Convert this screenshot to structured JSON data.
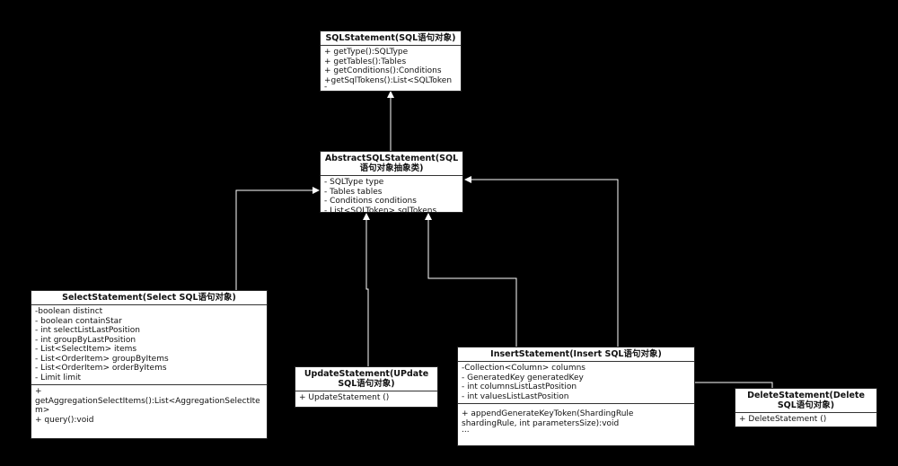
{
  "classes": {
    "sqlstatement": {
      "title": "SQLStatement(SQL语句对象)",
      "attributes": [],
      "methods": [
        "+ getType():SQLType",
        "+ getTables():Tables",
        "+ getConditions():Conditions",
        "+getSqlTokens():List<SQLToken",
        "-"
      ]
    },
    "abstract": {
      "title": "AbstractSQLStatement(SQL\n语句对象抽象类)",
      "attributes": [
        "- SQLType type",
        "- Tables tables",
        "- Conditions conditions",
        "- List<SQLToken> sqlTokens"
      ],
      "methods": []
    },
    "select": {
      "title": "SelectStatement(Select SQL语句对象)",
      "attributes": [
        "-boolean distinct",
        "- boolean containStar",
        "- int selectListLastPosition",
        "- int groupByLastPosition",
        "- List<SelectItem> items",
        "- List<OrderItem> groupByItems",
        "- List<OrderItem> orderByItems",
        "- Limit limit"
      ],
      "methods": [
        "+",
        "getAggregationSelectItems():List<AggregationSelectItem>",
        "+ query():void"
      ]
    },
    "update": {
      "title": "UpdateStatement(UPdate\nSQL语句对象)",
      "attributes": [],
      "methods": [
        "+ UpdateStatement ()"
      ]
    },
    "insert": {
      "title": "InsertStatement(Insert SQL语句对象)",
      "attributes": [
        "-Collection<Column> columns",
        "- GeneratedKey generatedKey",
        "- int columnsListLastPosition",
        "- int valuesListLastPosition"
      ],
      "methods": [
        "+ appendGenerateKeyToken(ShardingRule shardingRule, int parametersSize):void",
        "..."
      ]
    },
    "delete": {
      "title": "DeleteStatement(Delete\nSQL语句对象)",
      "attributes": [],
      "methods": [
        "+ DeleteStatement ()"
      ]
    }
  }
}
